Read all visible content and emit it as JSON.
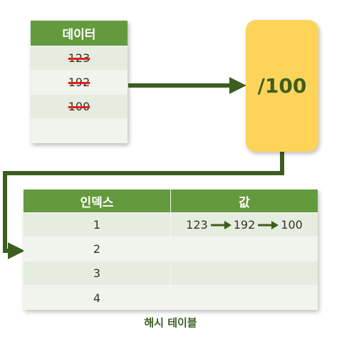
{
  "data_table": {
    "header": "데이터",
    "rows": [
      "123",
      "192",
      "100",
      ""
    ]
  },
  "hash_function": {
    "label": "/100"
  },
  "hash_table": {
    "headers": [
      "인덱스",
      "값"
    ],
    "rows": [
      {
        "index": "1",
        "values": [
          "123",
          "192",
          "100"
        ]
      },
      {
        "index": "2",
        "values": []
      },
      {
        "index": "3",
        "values": []
      },
      {
        "index": "4",
        "values": []
      }
    ],
    "caption": "해시 테이블"
  },
  "colors": {
    "header_green": "#649a3e",
    "row_light": "#f1f4ed",
    "row_dark": "#e6ecdf",
    "connector": "#3c5e1e",
    "hash_box": "#fdd35a",
    "strike": "#e2231a"
  },
  "icons": [
    "arrow-right-icon"
  ]
}
